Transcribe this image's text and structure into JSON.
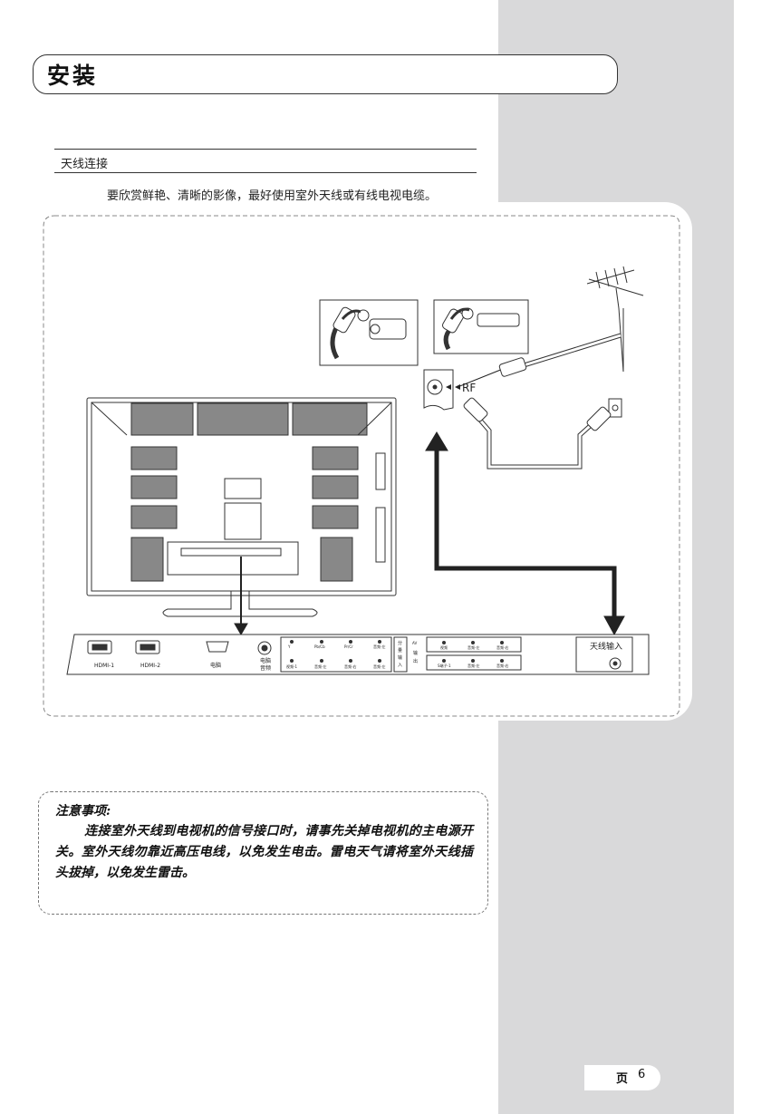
{
  "header": {
    "title": "安装"
  },
  "section": {
    "title": "天线连接",
    "intro": "要欣赏鲜艳、清晰的影像，最好使用室外天线或有线电视电缆。"
  },
  "diagram": {
    "rf_label": "RF",
    "ports": {
      "hdmi1": "HDMI-1",
      "hdmi2": "HDMI-2",
      "pc": "电脑",
      "pc_audio_1": "电脑",
      "pc_audio_2": "音频",
      "component_row1": [
        "Y",
        "Pb/Cb",
        "Pr/Cr",
        "音频-左"
      ],
      "component_row2": [
        "视频-1",
        "音频-左",
        "音频-右",
        "音频-左"
      ],
      "component_input": [
        "分",
        "量",
        "输",
        "入"
      ],
      "av_output": [
        "AV",
        "输",
        "出"
      ],
      "av_row1": [
        "视频",
        "音频-左",
        "音频-右"
      ],
      "av_row2": [
        "S端子-1",
        "音频-左",
        "音频-右"
      ],
      "antenna_input": "天线输入"
    }
  },
  "note": {
    "heading": "注意事项:",
    "body": "连接室外天线到电视机的信号接口时，请事先关掉电视机的主电源开关。室外天线勿靠近高压电线，以免发生电击。雷电天气请将室外天线插头拔掉，以免发生雷击。"
  },
  "footer": {
    "page_label": "页",
    "page_number": "6"
  }
}
